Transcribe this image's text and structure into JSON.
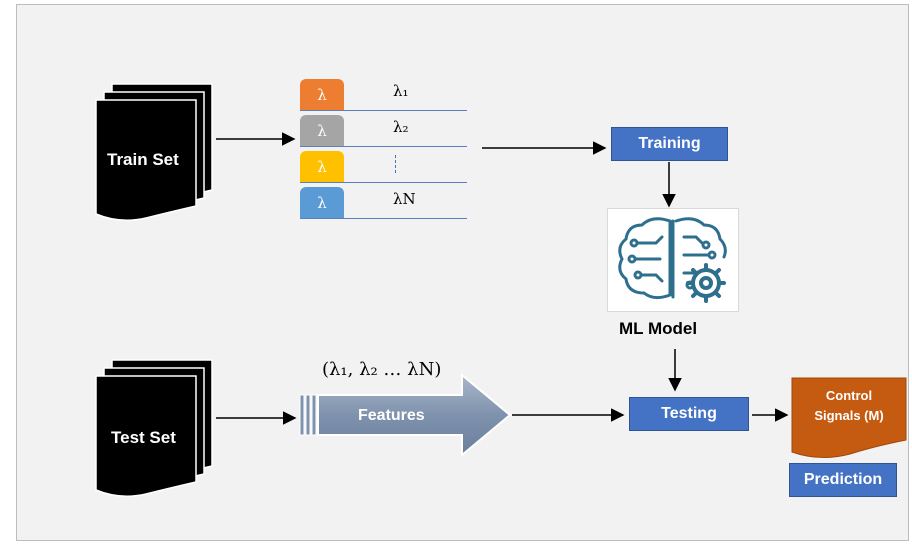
{
  "train_set": {
    "label": "Train Set"
  },
  "test_set": {
    "label": "Test Set"
  },
  "lambda_list": {
    "tab_symbol": "λ",
    "rows": [
      {
        "color": "#ed7d31",
        "label": "λ₁"
      },
      {
        "color": "#a5a5a5",
        "label": "λ₂"
      },
      {
        "color": "#ffc000",
        "label": ""
      },
      {
        "color": "#5b9bd5",
        "label": "λN"
      }
    ]
  },
  "training": {
    "label": "Training"
  },
  "ml_model": {
    "label": "ML Model",
    "icon": "brain-gear-icon"
  },
  "features": {
    "label": "Features",
    "tuple": "(λ₁, λ₂ … λN)"
  },
  "testing": {
    "label": "Testing"
  },
  "control_signals": {
    "line1": "Control",
    "line2": "Signals (M)"
  },
  "prediction": {
    "label": "Prediction"
  },
  "colors": {
    "blue": "#4472c4",
    "orange": "#c55a11",
    "arrow": "#8497b0"
  }
}
